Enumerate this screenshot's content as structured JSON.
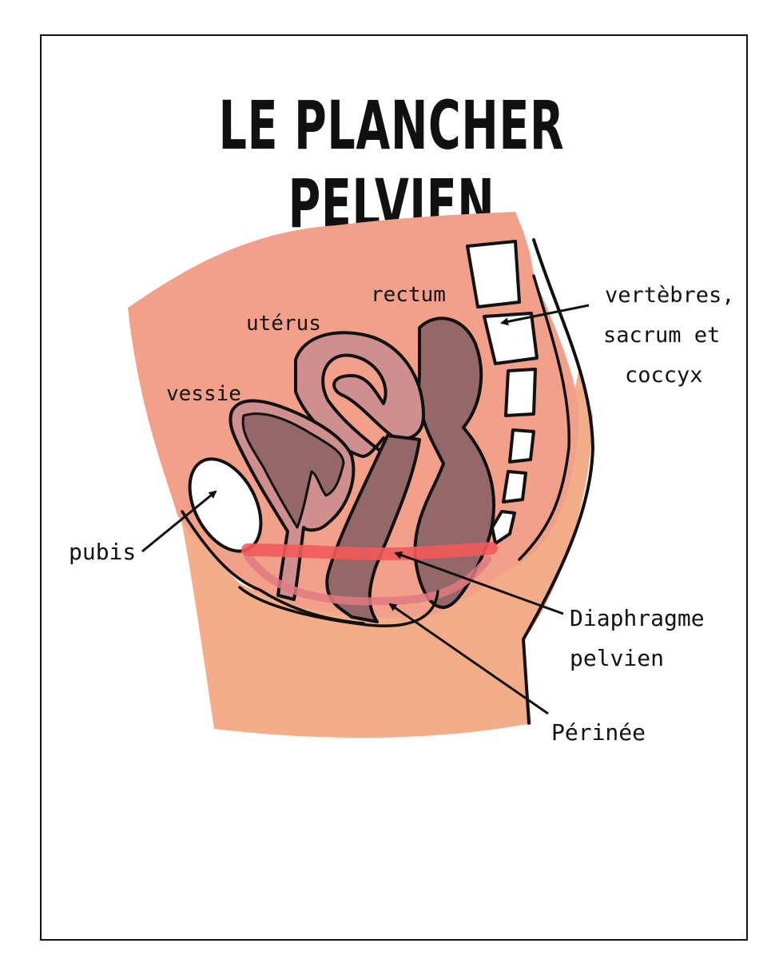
{
  "title": "LE PLANCHER PELVIEN",
  "labels": {
    "rectum": "rectum",
    "uterus": "utérus",
    "vessie": "vessie",
    "pubis": "pubis",
    "vertebres_line1": "vertèbres,",
    "vertebres_line2": "sacrum et",
    "vertebres_line3": "coccyx",
    "diaphragme_line1": "Diaphragme",
    "diaphragme_line2": "pelvien",
    "perinee": "Périnée"
  },
  "colors": {
    "body_pink": "#f2a08a",
    "body_peach": "#f3ad88",
    "uterus": "#cf8f8f",
    "rectum": "#946868",
    "bladder": "#cf8f8f",
    "bladder_inner": "#946868",
    "diaphragm": "#f25a5a",
    "perinee": "#e07a80",
    "outline": "#111111"
  }
}
